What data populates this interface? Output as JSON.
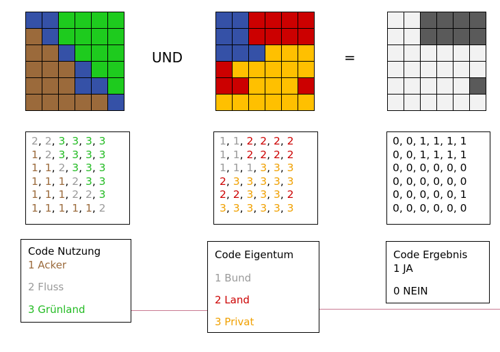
{
  "colors": {
    "nutzung": {
      "1": "#9b6a3b",
      "2": "#3551a7",
      "3": "#1ecb1e"
    },
    "eigentum": {
      "1": "#3551a7",
      "2": "#cc0000",
      "3": "#ffc000"
    },
    "ergebnis": {
      "0": "#f2f2f2",
      "1": "#5a5a5a"
    },
    "text": {
      "1a": "#9b6a3b",
      "2gray": "#999999",
      "3g": "#22bb22",
      "2red": "#cc0000",
      "3orange": "#f0a000",
      "black": "#000000"
    }
  },
  "operators": {
    "and": "UND",
    "equals": "="
  },
  "matrices": {
    "nutzung": [
      [
        2,
        2,
        3,
        3,
        3,
        3
      ],
      [
        1,
        2,
        3,
        3,
        3,
        3
      ],
      [
        1,
        1,
        2,
        3,
        3,
        3
      ],
      [
        1,
        1,
        1,
        2,
        3,
        3
      ],
      [
        1,
        1,
        1,
        2,
        2,
        3
      ],
      [
        1,
        1,
        1,
        1,
        1,
        2
      ]
    ],
    "eigentum": [
      [
        1,
        1,
        2,
        2,
        2,
        2
      ],
      [
        1,
        1,
        2,
        2,
        2,
        2
      ],
      [
        1,
        1,
        1,
        3,
        3,
        3
      ],
      [
        2,
        3,
        3,
        3,
        3,
        3
      ],
      [
        2,
        2,
        3,
        3,
        3,
        2
      ],
      [
        3,
        3,
        3,
        3,
        3,
        3
      ]
    ],
    "ergebnis": [
      [
        0,
        0,
        1,
        1,
        1,
        1
      ],
      [
        0,
        0,
        1,
        1,
        1,
        1
      ],
      [
        0,
        0,
        0,
        0,
        0,
        0
      ],
      [
        0,
        0,
        0,
        0,
        0,
        0
      ],
      [
        0,
        0,
        0,
        0,
        0,
        1
      ],
      [
        0,
        0,
        0,
        0,
        0,
        0
      ]
    ]
  },
  "legends": {
    "nutzung": {
      "title": "Code Nutzung",
      "items": [
        "1 Acker",
        "2 Fluss",
        "3 Grünland"
      ]
    },
    "eigentum": {
      "title": "Code Eigentum",
      "items": [
        "1 Bund",
        "2 Land",
        "3 Privat"
      ]
    },
    "ergebnis": {
      "title": "Code Ergebnis",
      "items": [
        "1 JA",
        "0 NEIN"
      ]
    }
  }
}
